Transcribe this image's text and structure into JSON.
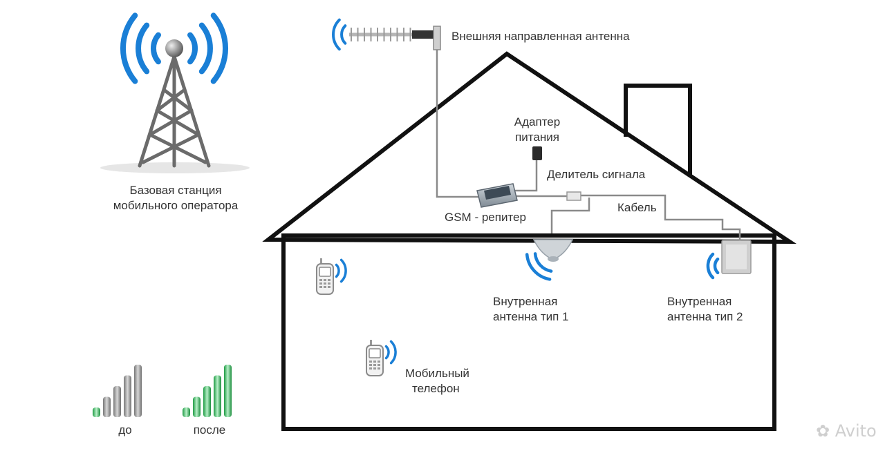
{
  "labels": {
    "base_station": [
      "Базовая станция",
      "мобильного оператора"
    ],
    "external_antenna": "Внешняя направленная антенна",
    "power_adapter": [
      "Адаптер",
      "питания"
    ],
    "splitter": "Делитель сигнала",
    "cable": "Кабель",
    "repeater": "GSM - репитер",
    "inner_antenna_1": [
      "Внутренная",
      "антенна тип 1"
    ],
    "inner_antenna_2": [
      "Внутренная",
      "антенна тип  2"
    ],
    "mobile_phone": [
      "Мобильный",
      "телефон"
    ],
    "before": "до",
    "after": "после"
  },
  "watermark": "Avito",
  "icons": {
    "tower": "cell-tower-icon",
    "yagi": "yagi-antenna-icon",
    "repeater": "repeater-box-icon",
    "adapter": "power-adapter-icon",
    "splitter": "splitter-icon",
    "ceiling_antenna": "ceiling-antenna-icon",
    "panel_antenna": "panel-antenna-icon",
    "phone": "mobile-phone-icon",
    "signal": "signal-bars-icon"
  },
  "signal_bars": {
    "total": 5
  },
  "colors": {
    "signal_wave": "#1a7fd6",
    "house_outline": "#111111",
    "tower": "#6b6b6b",
    "bars_before_active": "#2fbf5a",
    "bars_before_inactive": "#9a9a9a",
    "bars_after": "#2fbf5a",
    "cable": "#888888"
  }
}
